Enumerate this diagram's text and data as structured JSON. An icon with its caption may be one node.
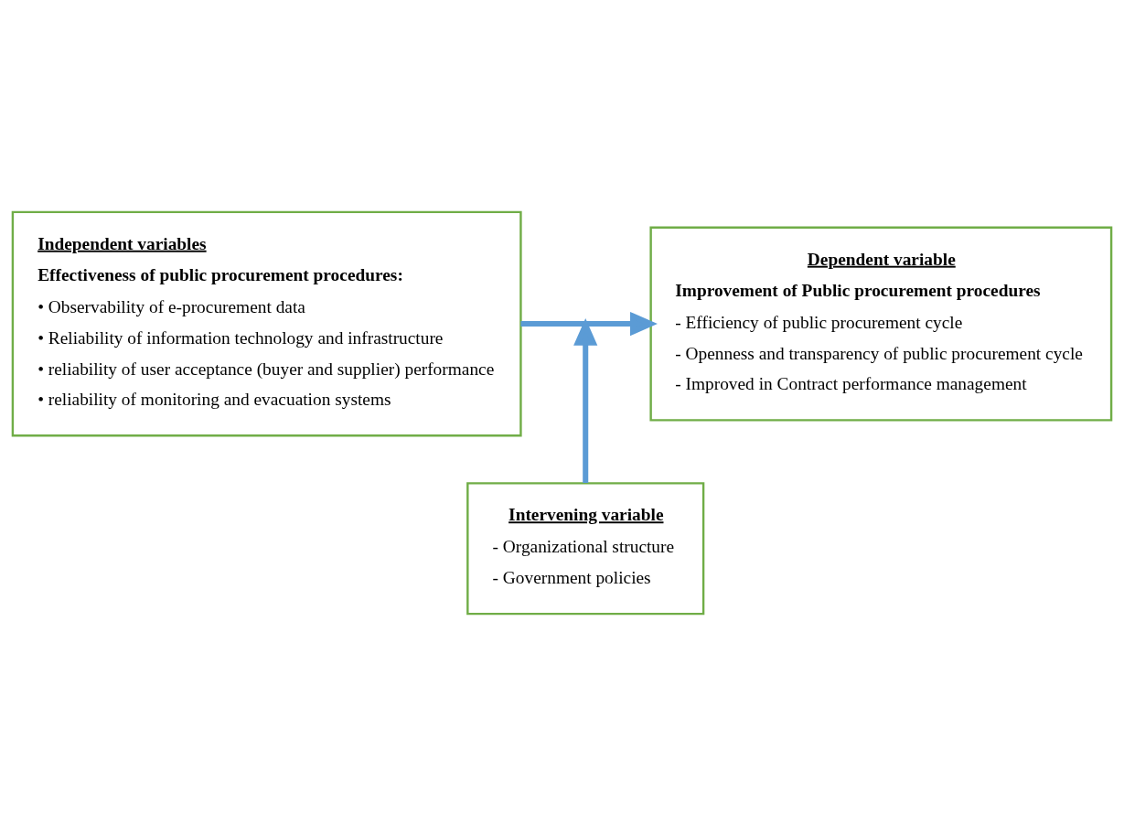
{
  "diagram": {
    "nodes": [
      {
        "text": [
          "Independent variables",
          "Effectiveness of public procurement procedures:",
          "• Observability of e-procurement data",
          "• Reliability of information technology and infrastructure",
          "• reliability of user acceptance (buyer and supplier) performance",
          "• reliability of monitoring and evacuation systems"
        ]
      },
      {
        "text": [
          "Dependent variable",
          "Improvement of Public procurement procedures",
          "- Efficiency of public procurement cycle",
          "- Openness and transparency of public procurement cycle",
          "- Improved in Contract performance management"
        ]
      },
      {
        "text": [
          "Intervening variable",
          "- Organizational structure",
          "- Government policies"
        ]
      }
    ],
    "edges": [
      {
        "from": 0,
        "to": 1,
        "arrow": "to"
      },
      {
        "from": 2,
        "to": null,
        "arrow": "to"
      }
    ]
  }
}
